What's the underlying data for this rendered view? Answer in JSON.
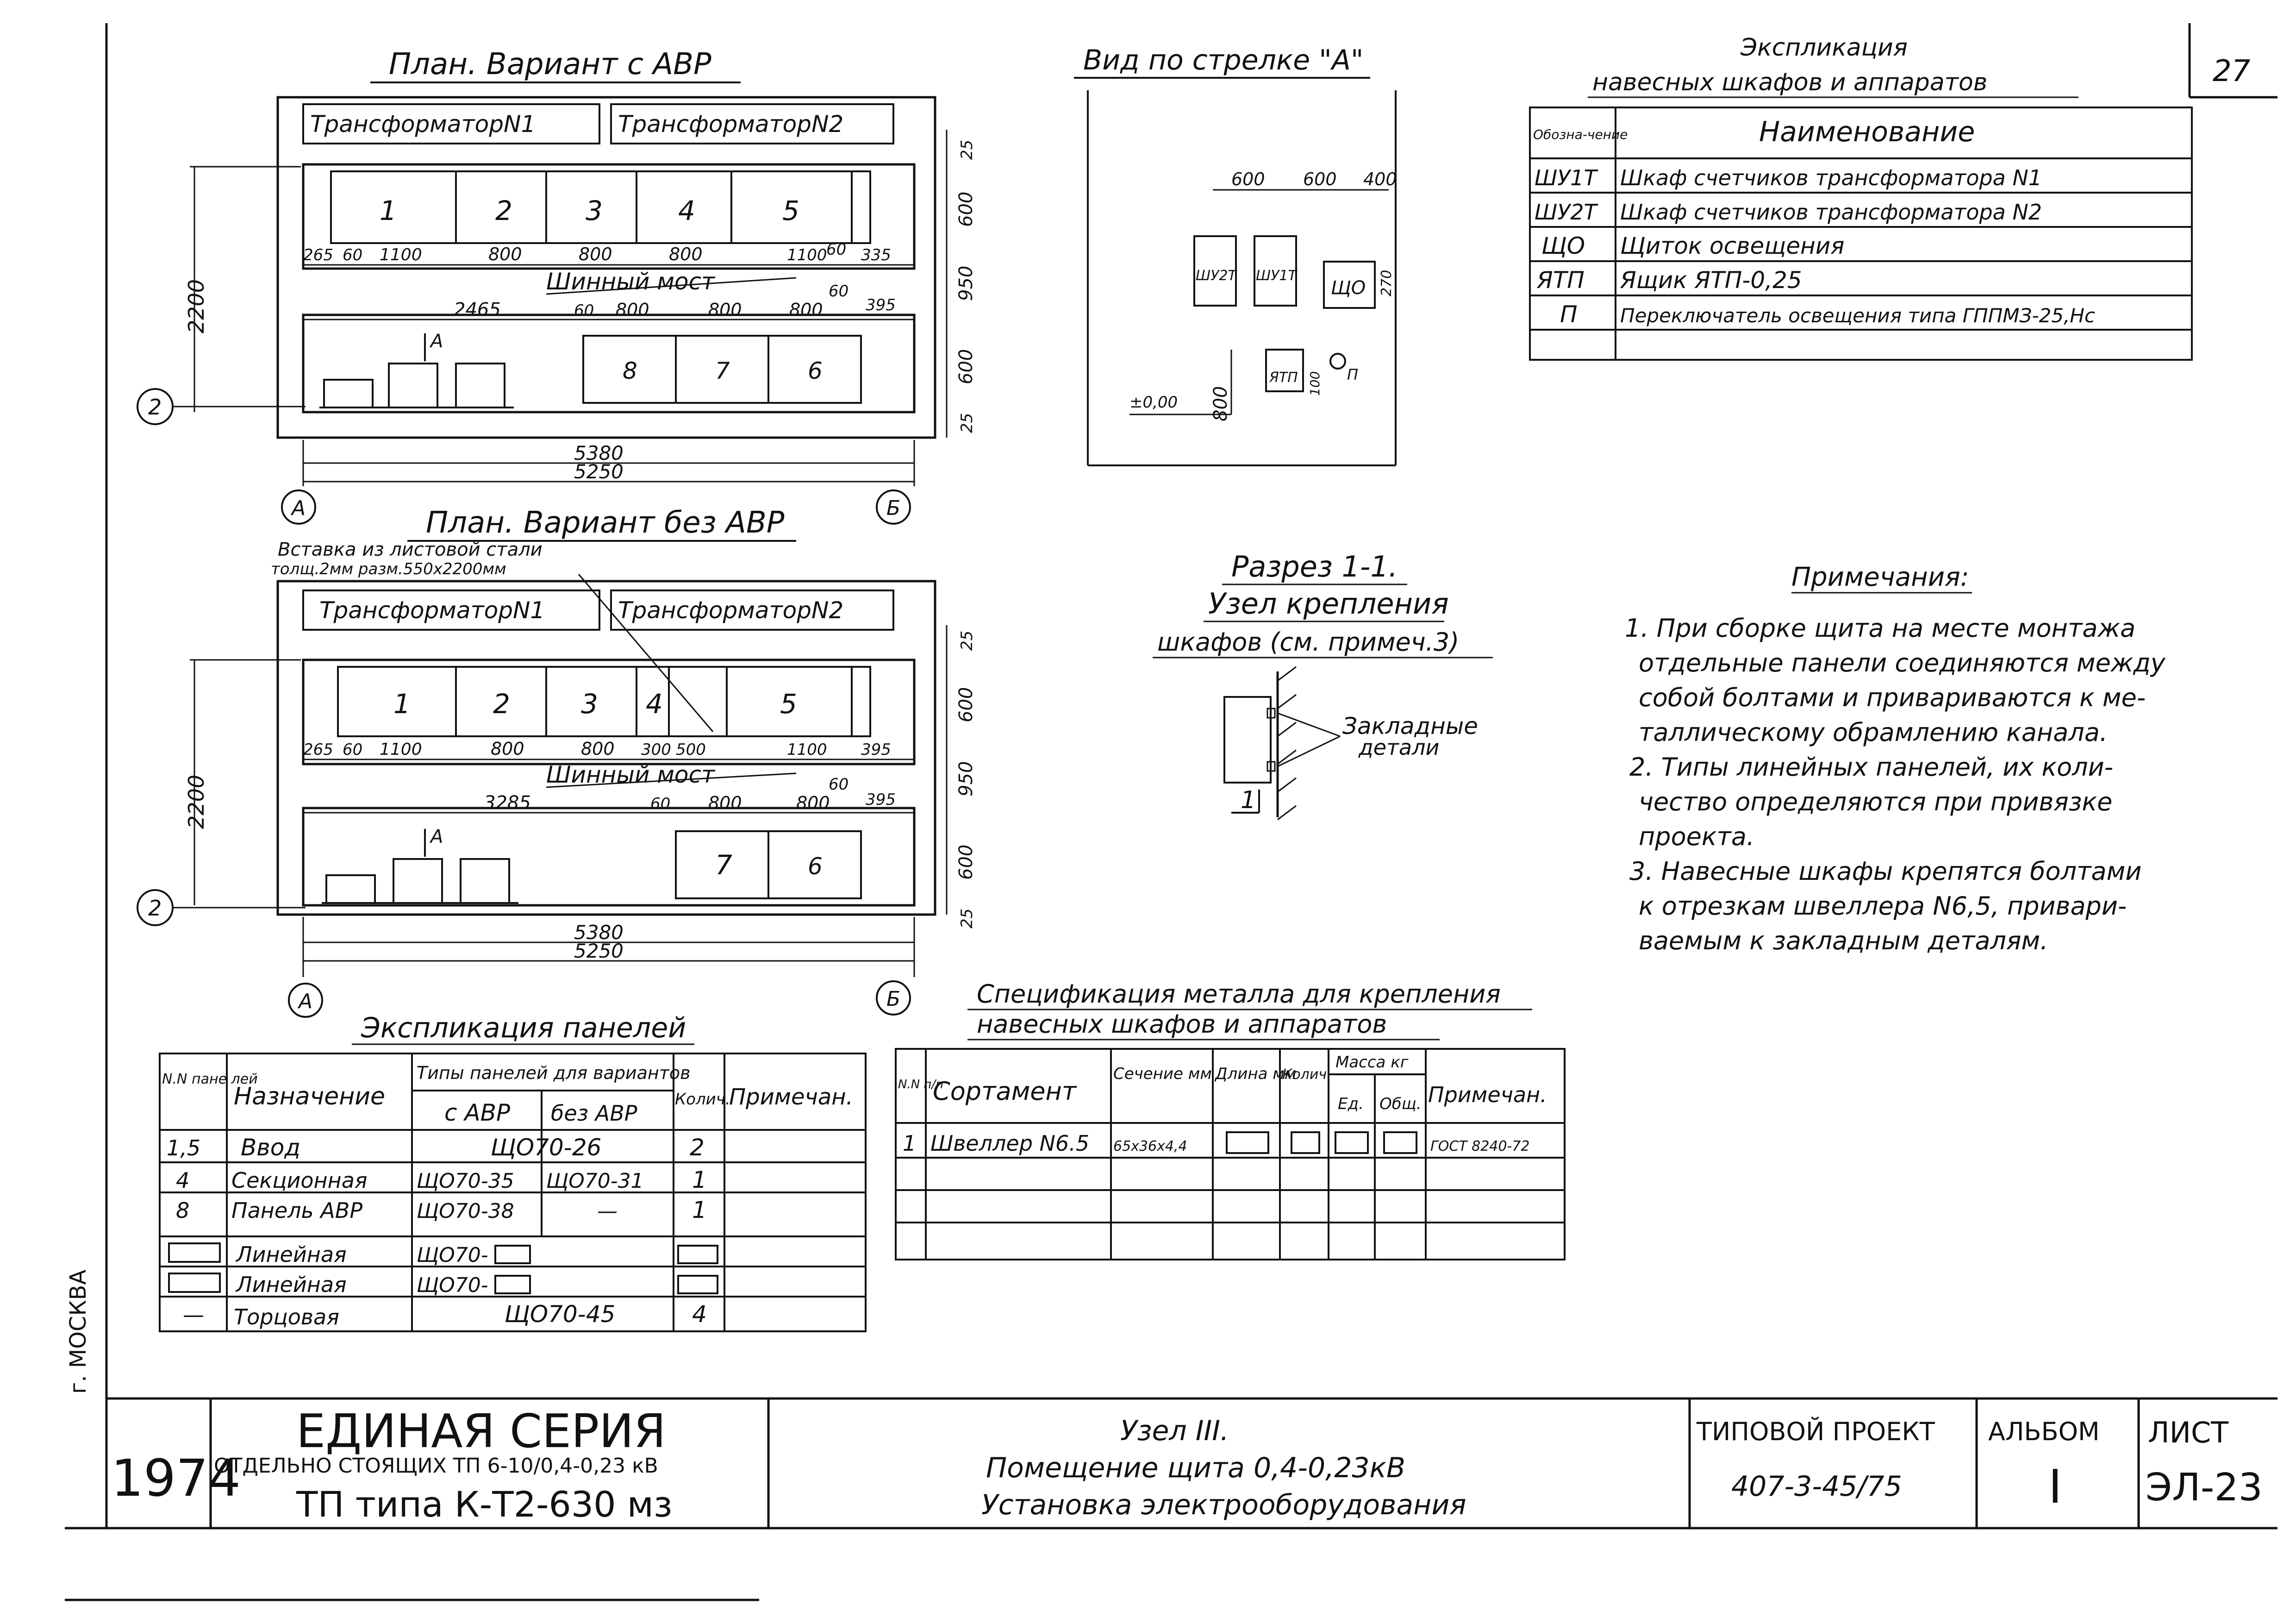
{
  "sheet_number_top": "27",
  "side_city": "г. МОСКВА",
  "plan_avr": {
    "title": "План. Вариант с АВР",
    "transformer1": "ТрансформаторN1",
    "transformer2": "ТрансформаторN2",
    "panels": [
      "1",
      "2",
      "3",
      "4",
      "5"
    ],
    "panels_lower": [
      "8",
      "7",
      "6"
    ],
    "dims_row1": [
      "265",
      "60",
      "1100",
      "800",
      "800",
      "800",
      "1100",
      "60",
      "335"
    ],
    "bus_bridge": "Шинный мост",
    "dims_row2": [
      "2465",
      "60",
      "800",
      "800",
      "800",
      "395"
    ],
    "dim_60": "60",
    "right_dims": [
      "25",
      "600",
      "950",
      "600",
      "25"
    ],
    "left_dim": "2200",
    "view_arrow": "А",
    "total_dims": [
      "5380",
      "5250"
    ],
    "axis_a": "А",
    "axis_b": "Б",
    "axis_2": "2"
  },
  "plan_no_avr": {
    "title": "План. Вариант без АВР",
    "insert_note_1": "Вставка из листовой стали",
    "insert_note_2": "толщ.2мм разм.550х2200мм",
    "transformer1": "ТрансформаторN1",
    "transformer2": "ТрансформаторN2",
    "panels": [
      "1",
      "2",
      "3",
      "4",
      "5"
    ],
    "panels_lower": [
      "7",
      "6"
    ],
    "dims_row1": [
      "265",
      "60",
      "1100",
      "800",
      "800",
      "300",
      "500",
      "1100",
      "395"
    ],
    "bus_bridge": "Шинный мост",
    "dims_row2": [
      "3285",
      "60",
      "800",
      "800",
      "395"
    ],
    "dim_60": "60",
    "right_dims": [
      "25",
      "600",
      "950",
      "600",
      "25"
    ],
    "left_dim": "2200",
    "view_arrow": "А",
    "total_dims": [
      "5380",
      "5250"
    ],
    "axis_a": "А",
    "axis_b": "Б",
    "axis_2": "2"
  },
  "view_a": {
    "title": "Вид по стрелке \"А\"",
    "dims_top": [
      "600",
      "600",
      "400"
    ],
    "cab_labels": [
      "ШУ2Т",
      "ШУ1Т",
      "ЩО"
    ],
    "dim_side": "270",
    "box_labels": [
      "ЯТП",
      "П"
    ],
    "level": "±0,00",
    "height": "800",
    "small_dim": "100"
  },
  "explication_cabinets": {
    "title_1": "Экспликация",
    "title_2": "навесных шкафов и аппаратов",
    "headers": [
      "Обозна-чение",
      "Наименование"
    ],
    "rows": [
      [
        "ШУ1Т",
        "Шкаф счетчиков трансформатора N1"
      ],
      [
        "ШУ2Т",
        "Шкаф счетчиков трансформатора N2"
      ],
      [
        "ЩО",
        "Щиток освещения"
      ],
      [
        "ЯТП",
        "Ящик ЯТП-0,25"
      ],
      [
        "П",
        "Переключатель освещения типа ГППМЗ-25,Нс"
      ]
    ]
  },
  "section": {
    "title_1": "Разрез 1-1.",
    "title_2": "Узел крепления",
    "title_3": "шкафов (см. примеч.3)",
    "callout_1": "Закладные",
    "callout_2": "детали",
    "marker": "1"
  },
  "notes": {
    "title": "Примечания:",
    "lines": [
      "1. При сборке щита на месте монтажа",
      "отдельные панели соединяются между",
      "собой болтами и привариваются к ме-",
      "таллическому обрамлению канала.",
      "2. Типы линейных панелей, их коли-",
      "чество определяются при привязке",
      "проекта.",
      "3. Навесные шкафы крепятся болтами",
      "к отрезкам швеллера N6,5, привари-",
      "ваемым к закладным деталям."
    ]
  },
  "panel_table": {
    "title": "Экспликация панелей",
    "h_num": "N.N пане лей",
    "h_purpose": "Назначение",
    "h_types": "Типы панелей для вариантов",
    "h_with": "с АВР",
    "h_without": "без АВР",
    "h_qty": "Колич.",
    "h_note": "Примечан.",
    "rows": [
      {
        "num": "1,5",
        "purpose": "Ввод",
        "with": "ЩО70-26",
        "without": "",
        "qty": "2"
      },
      {
        "num": "4",
        "purpose": "Секционная",
        "with": "ЩО70-35",
        "without": "ЩО70-31",
        "qty": "1"
      },
      {
        "num": "8",
        "purpose": "Панель АВР",
        "with": "ЩО70-38",
        "without": "—",
        "qty": "1"
      },
      {
        "num": "",
        "purpose": "Линейная",
        "with": "ЩО70-",
        "without": "",
        "qty": ""
      },
      {
        "num": "",
        "purpose": "Линейная",
        "with": "ЩО70-",
        "without": "",
        "qty": ""
      },
      {
        "num": "—",
        "purpose": "Торцовая",
        "with": "ЩО70-45",
        "without": "",
        "qty": "4"
      }
    ]
  },
  "metal_spec": {
    "title_1": "Спецификация металла для крепления",
    "title_2": "навесных шкафов и аппаратов",
    "h_num": "N.N п/п",
    "h_assort": "Сортамент",
    "h_section": "Сечение мм",
    "h_length": "Длина мм",
    "h_qty": "Колич.",
    "h_mass": "Масса кг",
    "h_unit": "Ед.",
    "h_total": "Общ.",
    "h_note": "Примечан.",
    "rows": [
      {
        "num": "1",
        "assort": "Швеллер N6.5",
        "section": "65х36х4,4",
        "note": "ГОСТ 8240-72"
      }
    ]
  },
  "title_block": {
    "year": "1974",
    "series": "ЕДИНАЯ СЕРИЯ",
    "series_sub": "ОТДЕЛЬНО СТОЯЩИХ ТП 6-10/0,4-0,23 кВ",
    "tp_type": "ТП типа К-Т2-630 мз",
    "node": "Узел III.",
    "desc_1": "Помещение щита 0,4-0,23кВ",
    "desc_2": "Установка электрооборудования",
    "project_label": "ТИПОВОЙ ПРОЕКТ",
    "project_no": "407-3-45/75",
    "album_label": "АЛЬБОМ",
    "album_no": "I",
    "sheet_label": "ЛИСТ",
    "sheet_no": "ЭЛ-23"
  }
}
